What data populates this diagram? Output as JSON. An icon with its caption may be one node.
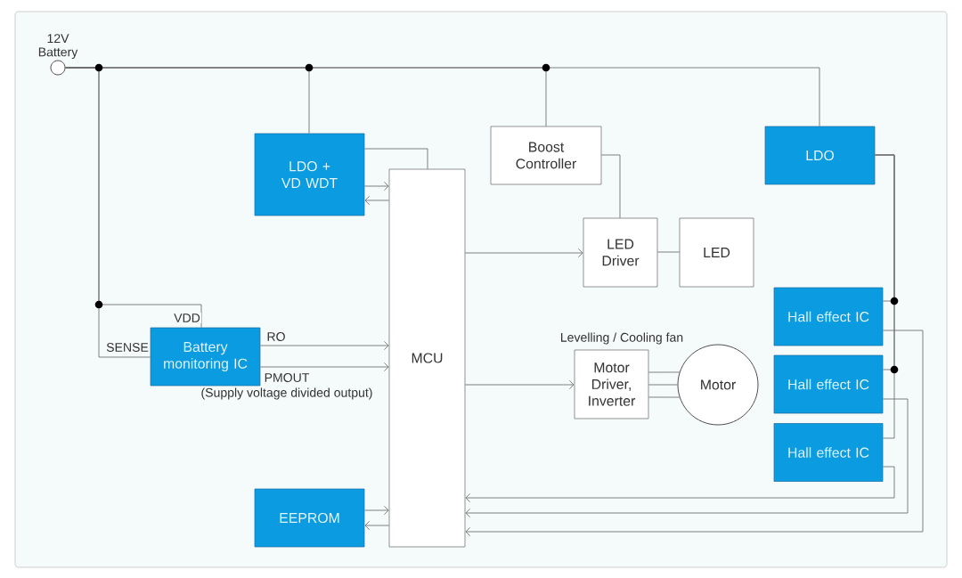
{
  "diagram": {
    "nodes": [
      {
        "text": [
          "12V Battery"
        ]
      },
      {
        "text": [
          "LDO + VD WDT"
        ]
      },
      {
        "text": [
          "MCU"
        ]
      },
      {
        "text": [
          "Boost Controller"
        ]
      },
      {
        "text": [
          "LED Driver"
        ]
      },
      {
        "text": [
          "LED"
        ]
      },
      {
        "text": [
          "LDO"
        ]
      },
      {
        "text": [
          "Battery monitoring IC"
        ]
      },
      {
        "text": [
          "Motor Driver, Inverter"
        ],
        "beside": [
          "Levelling / Cooling fan"
        ]
      },
      {
        "text": [
          "Motor"
        ]
      },
      {
        "text": [
          "Hall effect IC"
        ]
      },
      {
        "text": [
          "Hall effect IC"
        ]
      },
      {
        "text": [
          "Hall effect IC"
        ]
      },
      {
        "text": [
          "EEPROM"
        ]
      }
    ],
    "edges": [
      {
        "from": 0,
        "to": 1,
        "arrow": "none"
      },
      {
        "from": 0,
        "to": 3,
        "arrow": "none"
      },
      {
        "from": 0,
        "to": 6,
        "arrow": "none"
      },
      {
        "from": 0,
        "to": 7,
        "arrow": "none",
        "label": "VDD"
      },
      {
        "from": 0,
        "to": 7,
        "arrow": "none",
        "label": "SENSE"
      },
      {
        "from": 1,
        "to": 2,
        "arrow": "none"
      },
      {
        "from": 1,
        "to": 2,
        "arrow": "to"
      },
      {
        "from": 2,
        "to": 1,
        "arrow": "to"
      },
      {
        "from": 3,
        "to": 4,
        "arrow": "none"
      },
      {
        "from": 2,
        "to": 4,
        "arrow": "to"
      },
      {
        "from": 4,
        "to": 5,
        "arrow": "none"
      },
      {
        "from": 7,
        "to": 2,
        "arrow": "to",
        "label": "RO"
      },
      {
        "from": 7,
        "to": 2,
        "arrow": "to",
        "label": "PMOUT"
      },
      {
        "from": 2,
        "to": 8,
        "arrow": "to"
      },
      {
        "from": 8,
        "to": 9,
        "arrow": "none"
      },
      {
        "from": 8,
        "to": 9,
        "arrow": "none"
      },
      {
        "from": 8,
        "to": 9,
        "arrow": "none"
      },
      {
        "from": 6,
        "to": 10,
        "arrow": "none"
      },
      {
        "from": 6,
        "to": 11,
        "arrow": "none"
      },
      {
        "from": 6,
        "to": 12,
        "arrow": "none"
      },
      {
        "from": 10,
        "to": 2,
        "arrow": "to"
      },
      {
        "from": 11,
        "to": 2,
        "arrow": "to"
      },
      {
        "from": 12,
        "to": 2,
        "arrow": "to"
      },
      {
        "from": 13,
        "to": 2,
        "arrow": "to"
      },
      {
        "from": 2,
        "to": 13,
        "arrow": "to"
      }
    ],
    "labels": [
      "(Supply voltage divided output)"
    ]
  }
}
